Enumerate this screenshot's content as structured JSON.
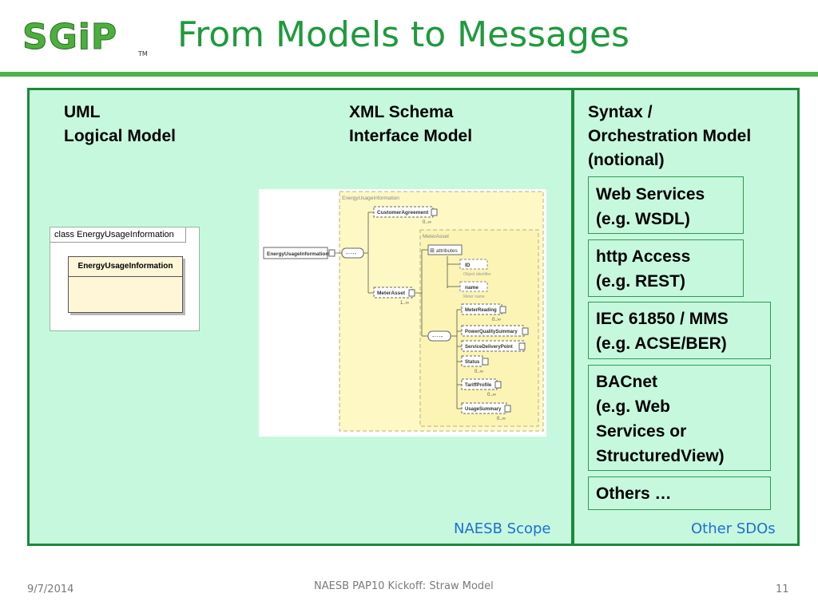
{
  "header": {
    "logo": "SGiP",
    "trademark": "TM",
    "title": "From Models to Messages"
  },
  "columns": {
    "uml": [
      "UML",
      "Logical Model"
    ],
    "xml": [
      "XML Schema",
      "Interface Model"
    ],
    "syntax": [
      "Syntax /",
      "Orchestration Model",
      "(notional)"
    ]
  },
  "uml_diagram": {
    "frame_label": "class EnergyUsageInformation",
    "class_name": "EnergyUsageInformation"
  },
  "schema_diagram": {
    "root": "EnergyUsageInformation",
    "group_label": "EnergyUsageInformation",
    "customer_agreement": "CustomerAgreement",
    "customer_agreement_card": "0..∞",
    "meter_asset": "MeterAsset",
    "meter_asset_card": "1..∞",
    "meter_asset_group": "MeterAsset",
    "attributes": "attributes",
    "attr_items": [
      {
        "name": "ID",
        "note": "Object identifier"
      },
      {
        "name": "name",
        "note": "Meter name"
      }
    ],
    "elements": [
      {
        "name": "MeterReading",
        "card": "0..∞"
      },
      {
        "name": "PowerQualitySummary",
        "card": ""
      },
      {
        "name": "ServiceDeliveryPoint",
        "card": ""
      },
      {
        "name": "Status",
        "card": "0..∞"
      },
      {
        "name": "TariffProfile",
        "card": "0..∞"
      },
      {
        "name": "UsageSummary",
        "card": "0..∞"
      }
    ]
  },
  "protocols": [
    [
      "Web Services",
      "(e.g. WSDL)"
    ],
    [
      "http Access",
      "(e.g. REST)"
    ],
    [
      "IEC 61850 / MMS",
      "(e.g. ACSE/BER)"
    ],
    [
      "BACnet",
      "(e.g. Web",
      "Services or",
      "StructuredView)"
    ],
    [
      "Others …"
    ]
  ],
  "scopes": {
    "left": "NAESB Scope",
    "right": "Other SDOs"
  },
  "footer": {
    "date": "9/7/2014",
    "center": "NAESB PAP10 Kickoff: Straw Model",
    "page": "11"
  },
  "colors": {
    "brand_green": "#1e9a3c",
    "panel_fill": "#c6f8de",
    "scope_blue": "#1f6fd1",
    "schema_yellow": "#fdf8c4"
  }
}
